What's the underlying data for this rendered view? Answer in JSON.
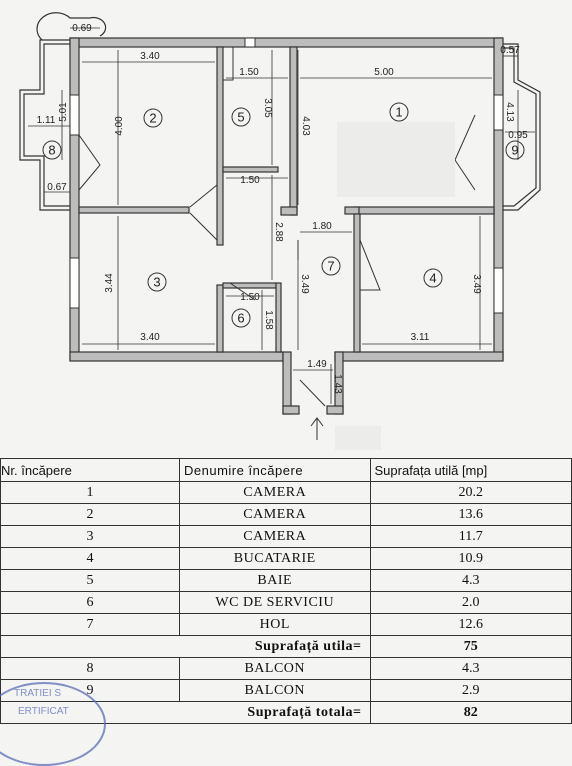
{
  "rooms": [
    {
      "num": "1"
    },
    {
      "num": "2"
    },
    {
      "num": "3"
    },
    {
      "num": "4"
    },
    {
      "num": "5"
    },
    {
      "num": "6"
    },
    {
      "num": "7"
    },
    {
      "num": "8"
    },
    {
      "num": "9"
    }
  ],
  "dims": {
    "d069": "0.69",
    "d340a": "3.40",
    "d150a": "1.50",
    "d500": "5.00",
    "d057": "0.57",
    "d501": "5.01",
    "d111": "1.11",
    "d400": "4.00",
    "d305": "3.05",
    "d403": "4.03",
    "d413": "4.13",
    "d095": "0.95",
    "d067": "0.67",
    "d150b": "1.50",
    "d288": "2.88",
    "d180": "1.80",
    "d344": "3.44",
    "d349a": "3.49",
    "d349b": "3.49",
    "d150c": "1.50",
    "d158": "1.58",
    "d340b": "3.40",
    "d311": "3.11",
    "d149": "1.49",
    "d143": "1.43"
  },
  "table": {
    "headers": [
      "Nr. încăpere",
      "Denumire încăpere",
      "Suprafața utilă [mp]"
    ],
    "rows": [
      {
        "nr": "1",
        "name": "CAMERA",
        "area": "20.2"
      },
      {
        "nr": "2",
        "name": "CAMERA",
        "area": "13.6"
      },
      {
        "nr": "3",
        "name": "CAMERA",
        "area": "11.7"
      },
      {
        "nr": "4",
        "name": "BUCATARIE",
        "area": "10.9"
      },
      {
        "nr": "5",
        "name": "BAIE",
        "area": "4.3"
      },
      {
        "nr": "6",
        "name": "WC DE SERVICIU",
        "area": "2.0"
      },
      {
        "nr": "7",
        "name": "HOL",
        "area": "12.6"
      }
    ],
    "useful": {
      "label": "Suprafață utila=",
      "value": "75"
    },
    "balcony_rows": [
      {
        "nr": "8",
        "name": "BALCON",
        "area": "4.3"
      },
      {
        "nr": "9",
        "name": "BALCON",
        "area": "2.9"
      }
    ],
    "total": {
      "label": "Suprafață totala=",
      "value": "82"
    }
  },
  "stamp": {
    "line1": "TRATIEI S",
    "line2": "ERTIFICAT"
  }
}
